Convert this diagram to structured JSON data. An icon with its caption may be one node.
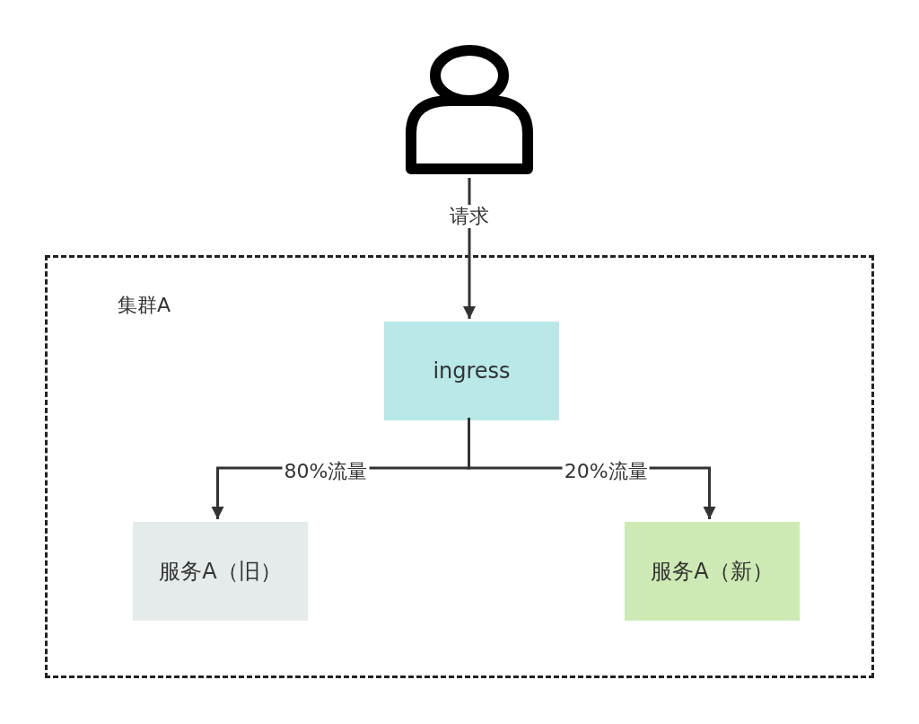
{
  "diagram": {
    "nodes": [
      {
        "text": [],
        "shape": "person"
      },
      {
        "text": [
          "集群A"
        ]
      },
      {
        "text": [
          "ingress"
        ],
        "in": 1
      },
      {
        "text": [
          "服务A（旧）"
        ],
        "in": 1
      },
      {
        "text": [
          "服务A（新）"
        ],
        "in": 1
      }
    ],
    "edges": [
      {
        "from": 0,
        "to": 2,
        "arrow": "to",
        "label": "请求"
      },
      {
        "from": 2,
        "to": 3,
        "arrow": "to",
        "label": "80%流量"
      },
      {
        "from": 2,
        "to": 4,
        "arrow": "to",
        "label": "20%流量"
      }
    ]
  }
}
